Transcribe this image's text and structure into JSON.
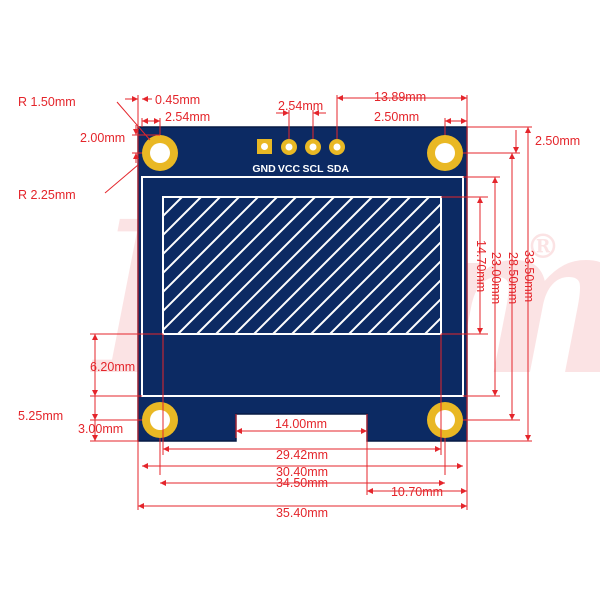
{
  "colors": {
    "board": "#0c2a63",
    "board_edge": "#071a44",
    "gold": "#e9b824",
    "pad_hole": "#ffffff",
    "dimension": "#e4252b",
    "hatch": "#ffffff"
  },
  "pins": {
    "labels": [
      "GND",
      "VCC",
      "SCL",
      "SDA"
    ]
  },
  "watermark": {
    "text": "Ram",
    "mark": "®"
  },
  "dimensions": {
    "r_hole": "R 1.50mm",
    "r_pad": "R 2.25mm",
    "edge_offset": "0.45mm",
    "pin_start": "2.54mm",
    "pin_pitch": "2.54mm",
    "sda_to_edge": "13.89mm",
    "top_left_hole_v": "2.00mm",
    "top_right_hole_h": "2.50mm",
    "top_right_hole_v": "2.50mm",
    "display_height": "14.70mm",
    "display_frame_height": "23.00mm",
    "hole_spacing_v": "28.50mm",
    "board_height": "33.50mm",
    "display_bottom": "6.20mm",
    "bottom_hole_v": "5.25mm",
    "bottom_hole_v2": "3.00mm",
    "notch_width": "14.00mm",
    "display_width": "29.42mm",
    "display_frame_width": "30.40mm",
    "hole_spacing_h": "34.50mm",
    "notch_to_edge": "10.70mm",
    "board_width": "35.40mm"
  }
}
